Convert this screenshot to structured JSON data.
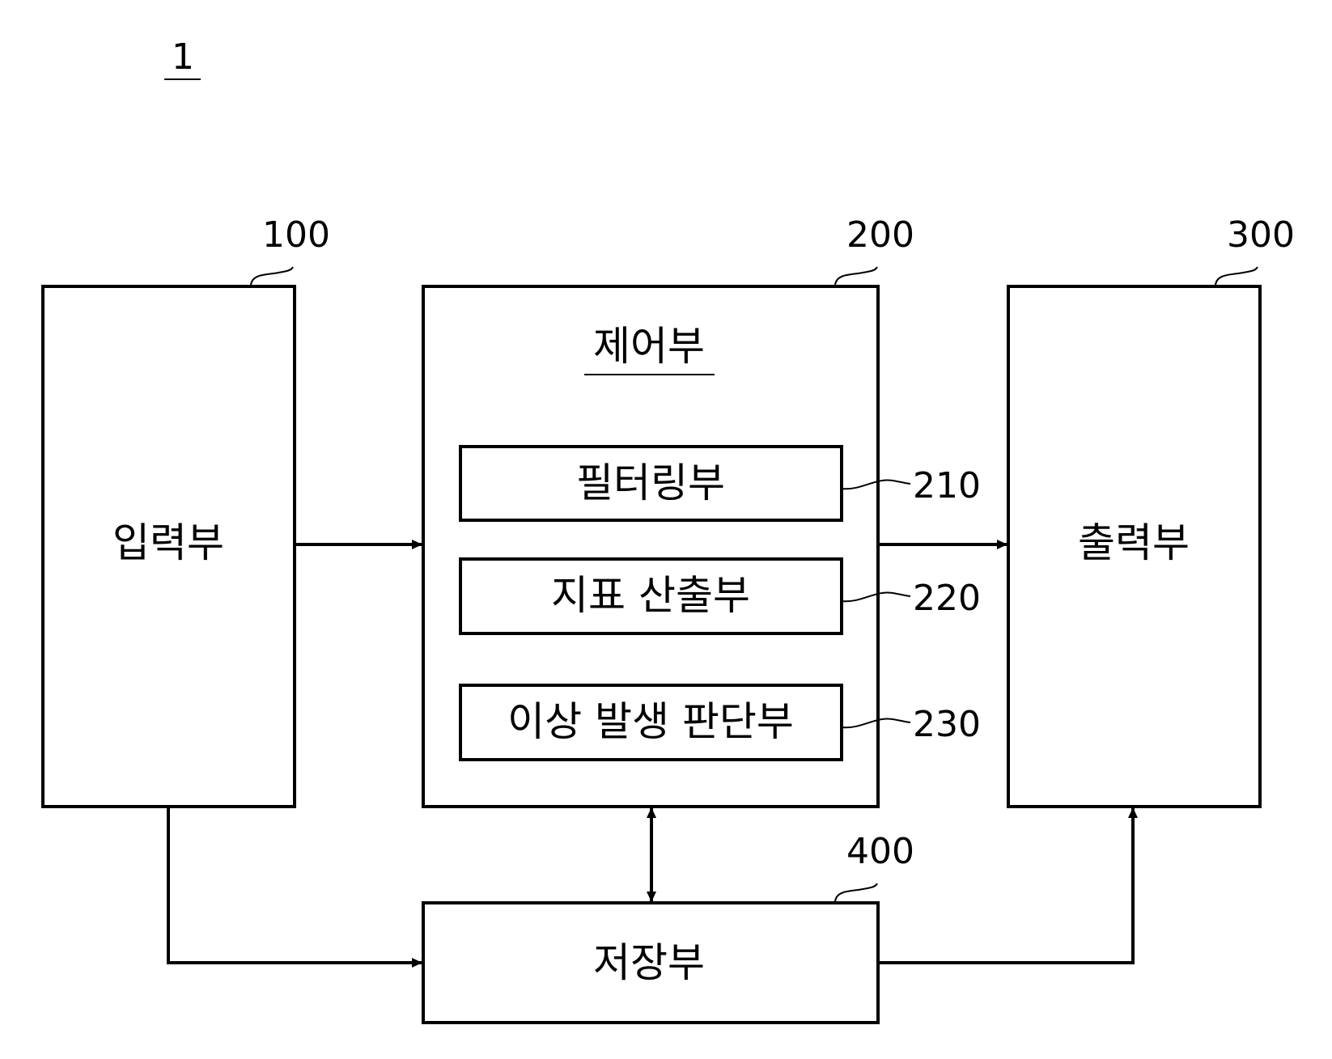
{
  "figure_ref": "1",
  "blocks": {
    "input": {
      "label": "입력부",
      "ref": "100"
    },
    "control": {
      "label": "제어부",
      "ref": "200"
    },
    "output": {
      "label": "출력부",
      "ref": "300"
    },
    "storage": {
      "label": "저장부",
      "ref": "400"
    }
  },
  "sub_blocks": [
    {
      "label": "필터링부",
      "ref": "210"
    },
    {
      "label": "지표 산출부",
      "ref": "220"
    },
    {
      "label": "이상 발생 판단부",
      "ref": "230"
    }
  ],
  "colors": {
    "stroke": "#000000",
    "background": "#ffffff"
  }
}
